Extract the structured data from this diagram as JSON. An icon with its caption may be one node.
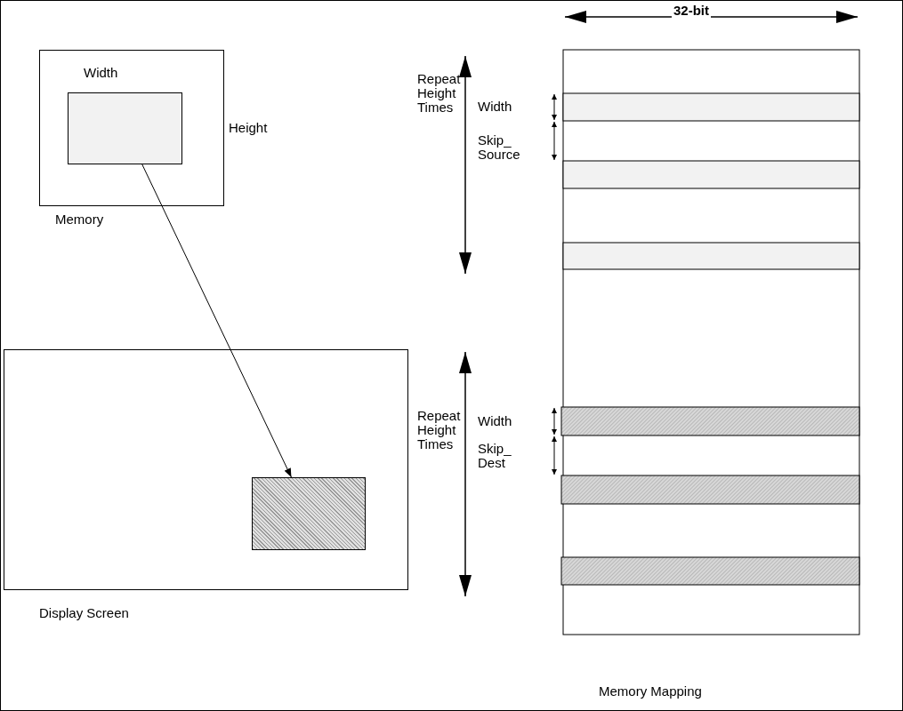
{
  "diagram": {
    "nodes": [
      {
        "text": [
          "Memory"
        ]
      },
      {
        "text": [],
        "shape": "box",
        "in": 0
      },
      {
        "text": [
          "Display Screen"
        ]
      },
      {
        "text": [],
        "shape": "box",
        "in": 2
      }
    ],
    "edges": [
      {
        "from": 1,
        "to": 3,
        "arrow": "to"
      }
    ],
    "labels": [
      "Width",
      "Height",
      "32-bit",
      "Repeat Height Times",
      "Width",
      "Skip_ Source",
      "Repeat Height Times",
      "Width",
      "Skip_ Dest",
      "Memory Mapping"
    ]
  }
}
